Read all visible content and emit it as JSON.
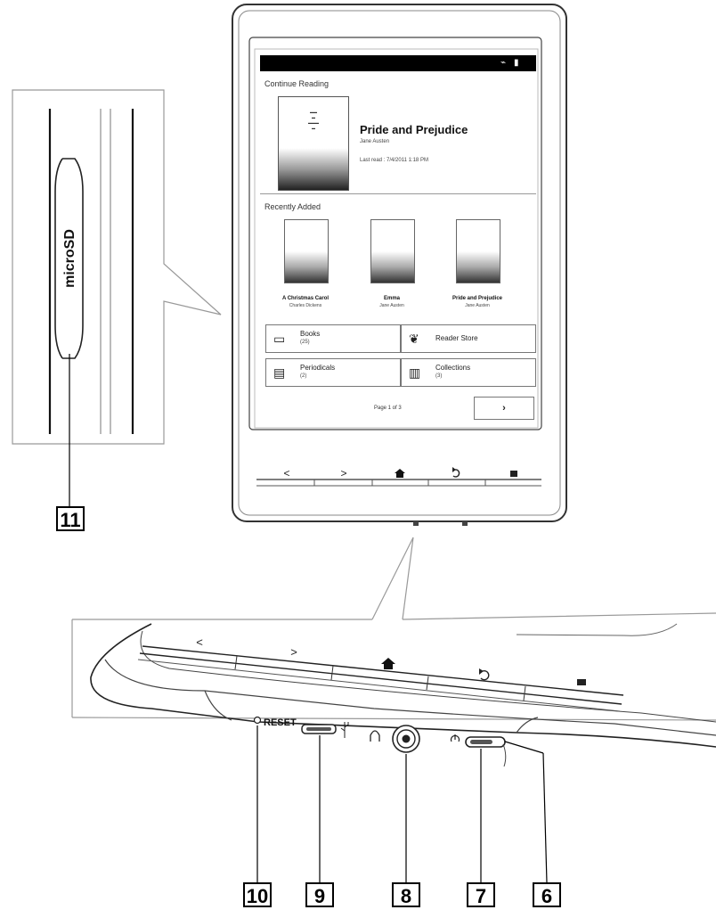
{
  "screen": {
    "continue_reading_title": "Continue Reading",
    "current_book": {
      "title": "Pride and Prejudice",
      "author": "Jane Austen",
      "last_read": "Last read : 7/4/2011 1:18 PM"
    },
    "recently_added_title": "Recently Added",
    "recent_books": [
      {
        "title": "A Christmas Carol",
        "author": "Charles Dickens"
      },
      {
        "title": "Emma",
        "author": "Jane Austen"
      },
      {
        "title": "Pride and Prejudice",
        "author": "Jane Austen"
      }
    ],
    "tiles": {
      "books": {
        "label": "Books",
        "count": "(25)"
      },
      "store": {
        "label": "Reader Store"
      },
      "periodicals": {
        "label": "Periodicals",
        "count": "(2)"
      },
      "collections": {
        "label": "Collections",
        "count": "(3)"
      }
    },
    "page_indicator": "Page 1 of 3",
    "next_arrow": "›"
  },
  "device_buttons": {
    "back": "<",
    "forward": ">",
    "home": "home-icon",
    "return": "return-icon",
    "menu": "menu-icon"
  },
  "side": {
    "slot_label": "microSD"
  },
  "bottom_edge": {
    "reset_label": "RESET"
  },
  "callouts": [
    "11",
    "10",
    "9",
    "8",
    "7",
    "6"
  ]
}
